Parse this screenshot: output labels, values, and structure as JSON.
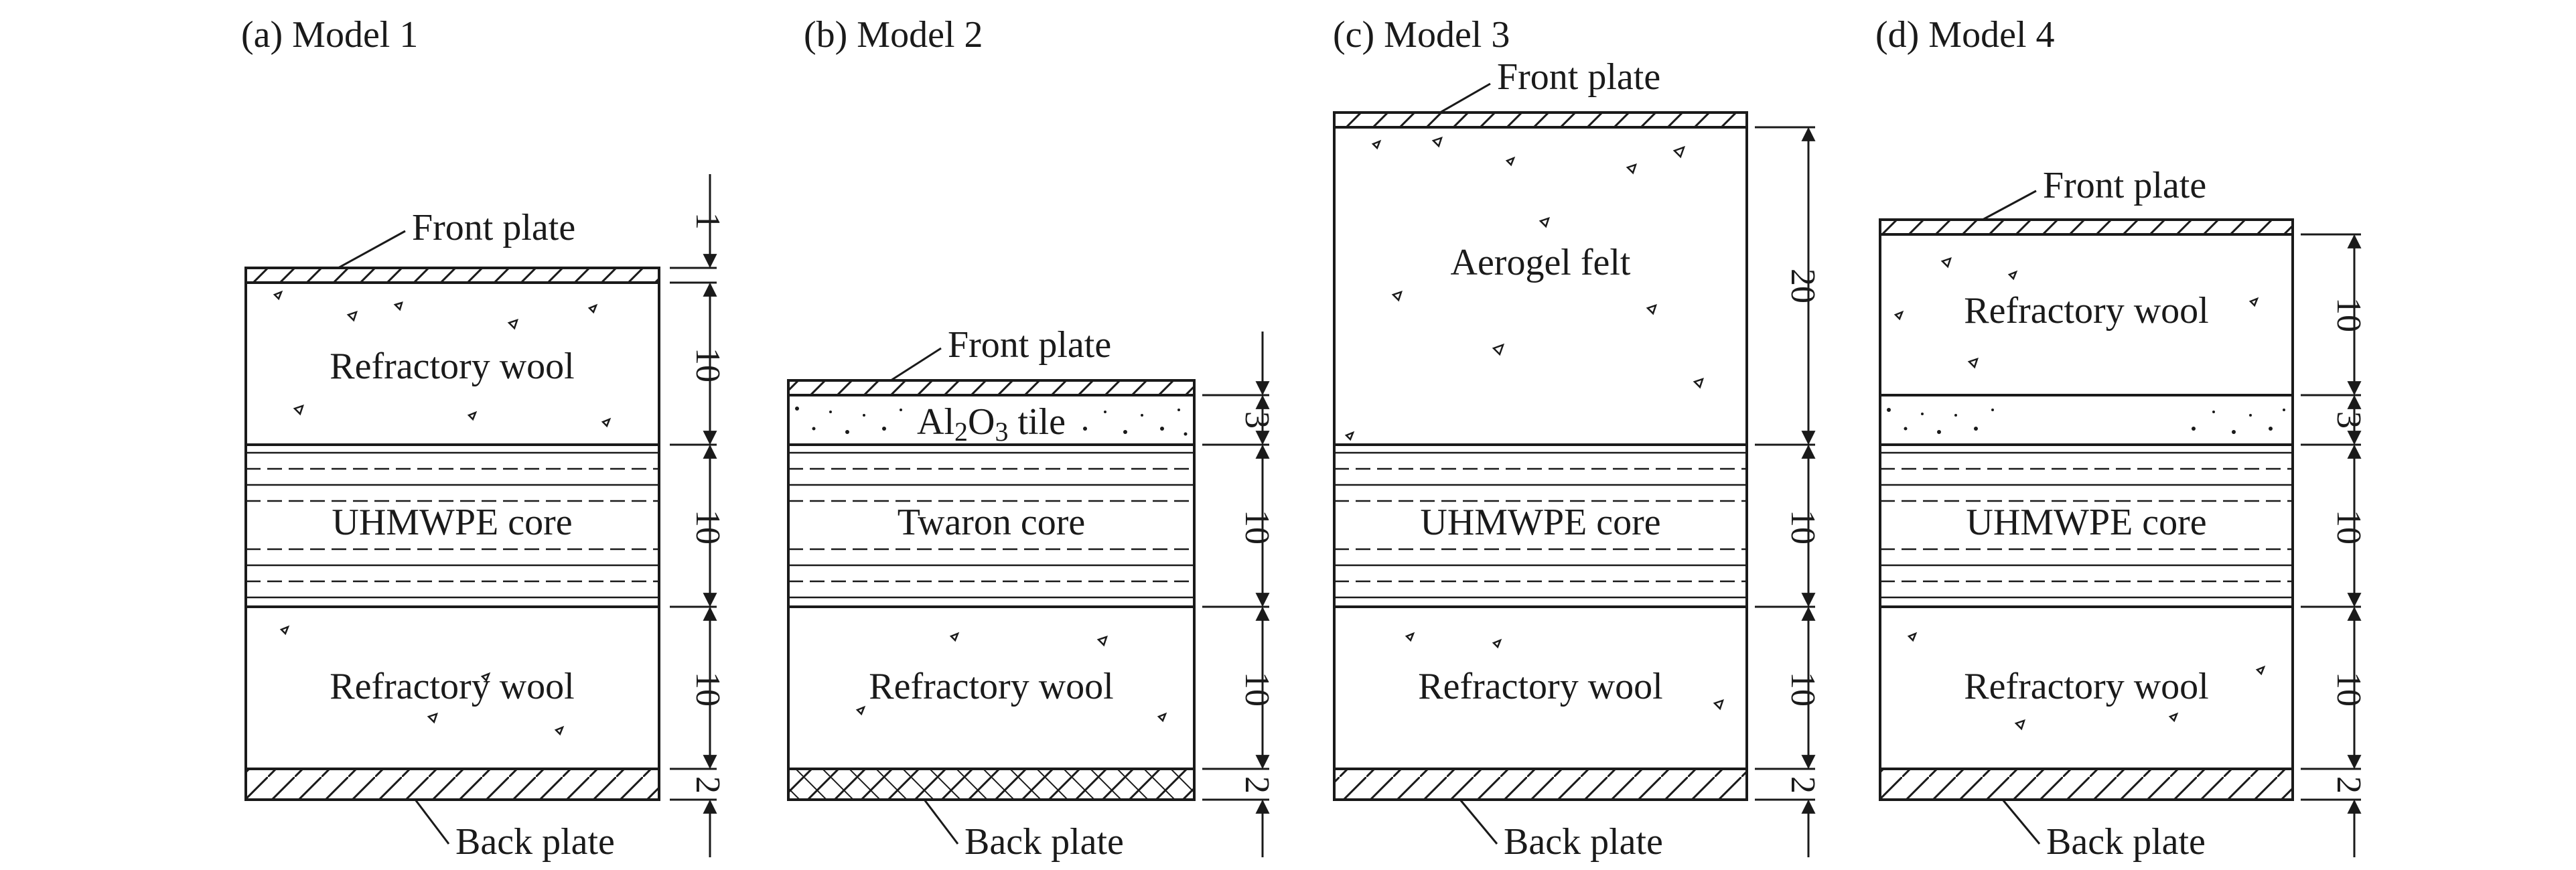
{
  "colors": {
    "ink": "#1a1a1a",
    "background": "#ffffff"
  },
  "models": [
    {
      "title": "(a) Model 1",
      "front_label": "Front plate",
      "back_label": "Back plate",
      "layers": [
        {
          "kind": "front-plate",
          "label": "",
          "thickness": "1"
        },
        {
          "kind": "refractory-wool",
          "label": "Refractory wool",
          "thickness": "10"
        },
        {
          "kind": "uhmwpe-core",
          "label": "UHMWPE core",
          "thickness": "10"
        },
        {
          "kind": "refractory-wool",
          "label": "Refractory wool",
          "thickness": "10"
        },
        {
          "kind": "back-plate",
          "label": "",
          "thickness": "2"
        }
      ]
    },
    {
      "title": "(b) Model 2",
      "front_label": "Front plate",
      "back_label": "Back plate",
      "layers": [
        {
          "kind": "front-plate",
          "label": "",
          "thickness": ""
        },
        {
          "kind": "al2o3-tile",
          "label": "Al",
          "label_sub": "2",
          "label_mid": "O",
          "label_sub2": "3",
          "label_tail": " tile",
          "thickness": "3"
        },
        {
          "kind": "twaron-core",
          "label": "Twaron core",
          "thickness": "10"
        },
        {
          "kind": "refractory-wool",
          "label": "Refractory wool",
          "thickness": "10"
        },
        {
          "kind": "back-plate",
          "label": "",
          "thickness": "2"
        }
      ]
    },
    {
      "title": "(c) Model 3",
      "front_label": "Front plate",
      "back_label": "Back plate",
      "layers": [
        {
          "kind": "front-plate",
          "label": "",
          "thickness": ""
        },
        {
          "kind": "aerogel-felt",
          "label": "Aerogel felt",
          "thickness": "20"
        },
        {
          "kind": "uhmwpe-core",
          "label": "UHMWPE core",
          "thickness": "10"
        },
        {
          "kind": "refractory-wool",
          "label": "Refractory wool",
          "thickness": "10"
        },
        {
          "kind": "back-plate",
          "label": "",
          "thickness": "2"
        }
      ]
    },
    {
      "title": "(d) Model 4",
      "front_label": "Front plate",
      "back_label": "Back plate",
      "layers": [
        {
          "kind": "front-plate",
          "label": "",
          "thickness": ""
        },
        {
          "kind": "refractory-wool",
          "label": "Refractory wool",
          "thickness": "10"
        },
        {
          "kind": "al2o3-tile",
          "label": "",
          "thickness": "3"
        },
        {
          "kind": "uhmwpe-core",
          "label": "UHMWPE core",
          "thickness": "10"
        },
        {
          "kind": "refractory-wool",
          "label": "Refractory wool",
          "thickness": "10"
        },
        {
          "kind": "back-plate",
          "label": "",
          "thickness": "2"
        }
      ]
    }
  ]
}
